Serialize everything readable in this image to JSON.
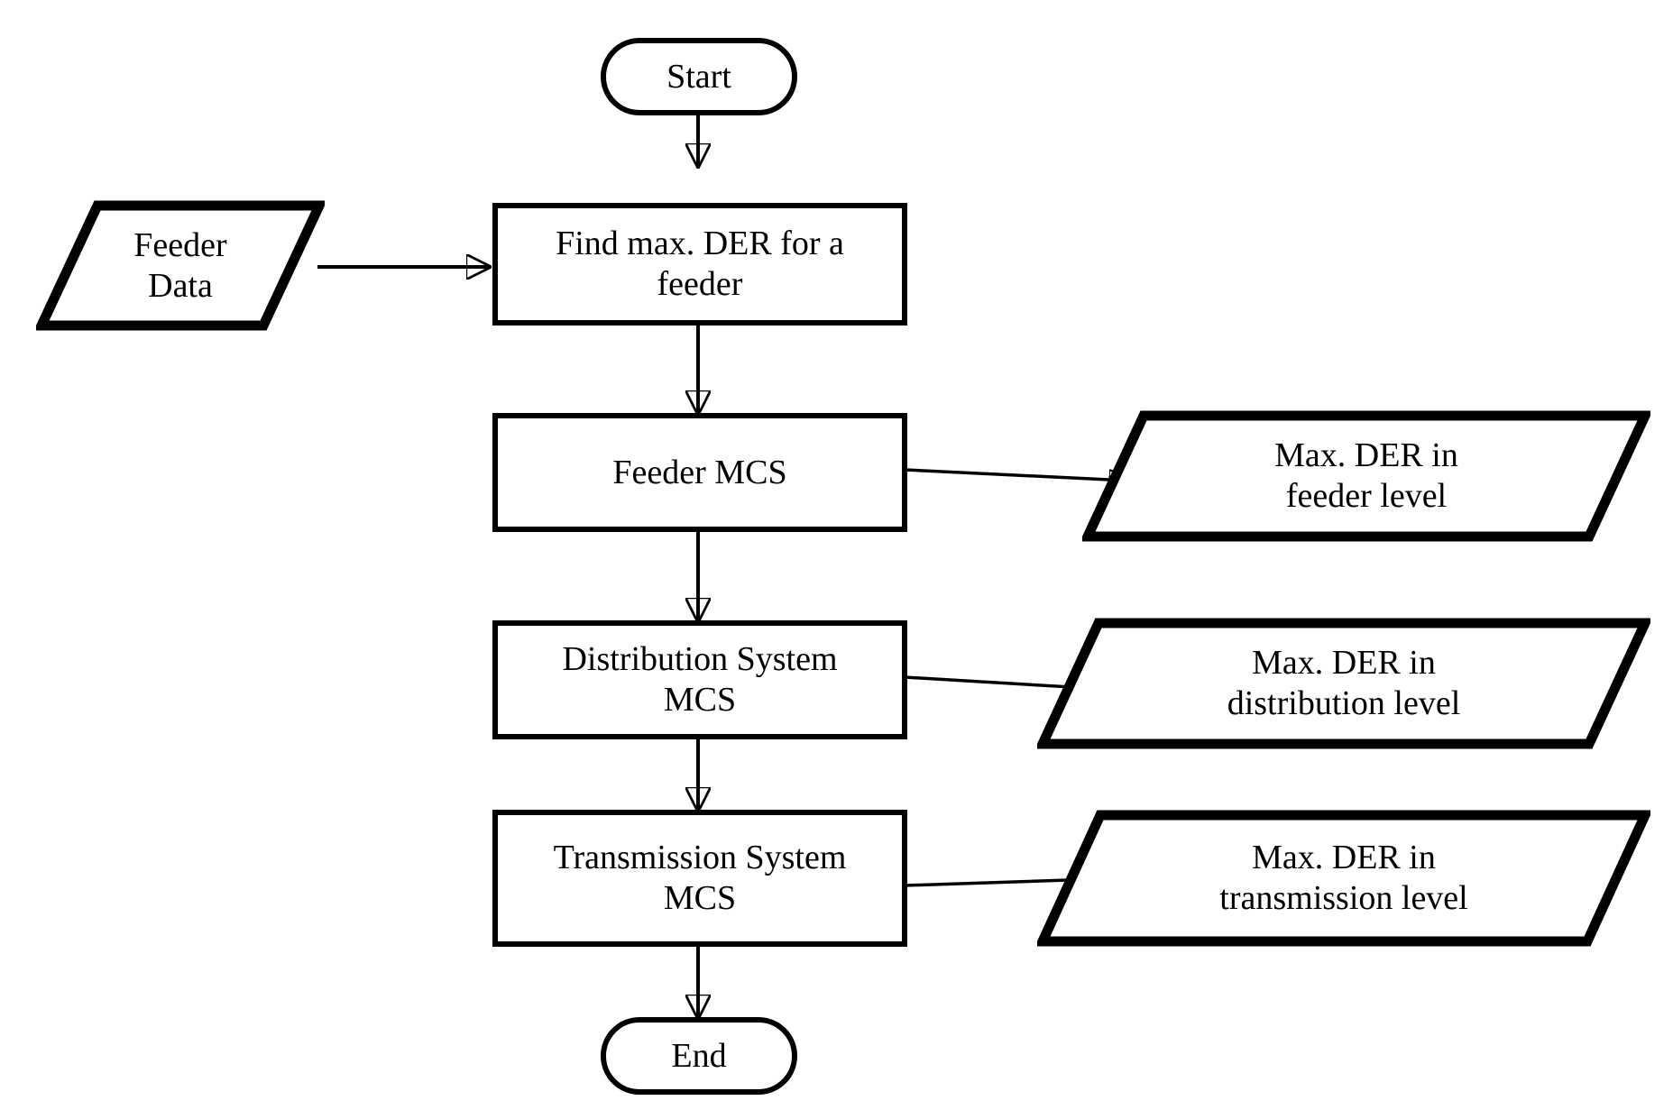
{
  "diagram": {
    "title": "DER hosting capacity Monte Carlo simulation flowchart",
    "background_color": "#ffffff",
    "stroke_color": "#000000",
    "fill_color": "#ffffff",
    "nodes": {
      "start": {
        "label": "Start",
        "shape": "terminator"
      },
      "feeder_data": {
        "label": "Feeder\nData",
        "shape": "parallelogram-input"
      },
      "find_max_der": {
        "label": "Find max. DER for a\nfeeder",
        "shape": "process"
      },
      "feeder_mcs": {
        "label": "Feeder MCS",
        "shape": "process"
      },
      "out_feeder": {
        "label": "Max. DER in\nfeeder level",
        "shape": "parallelogram-output"
      },
      "distribution_mcs": {
        "label": "Distribution  System\nMCS",
        "shape": "process"
      },
      "out_distribution": {
        "label": "Max. DER in\ndistribution  level",
        "shape": "parallelogram-output"
      },
      "transmission_mcs": {
        "label": "Transmission System\nMCS",
        "shape": "process"
      },
      "out_transmission": {
        "label": "Max. DER in\ntransmission level",
        "shape": "parallelogram-output"
      },
      "end": {
        "label": "End",
        "shape": "terminator"
      }
    },
    "edges": [
      {
        "name": "start-to-find-max-der",
        "from": "start",
        "to": "find_max_der",
        "direction": "down"
      },
      {
        "name": "feeder-data-to-find-max-der",
        "from": "feeder_data",
        "to": "find_max_der",
        "direction": "right"
      },
      {
        "name": "find-max-der-to-feeder-mcs",
        "from": "find_max_der",
        "to": "feeder_mcs",
        "direction": "down"
      },
      {
        "name": "feeder-mcs-to-out-feeder",
        "from": "feeder_mcs",
        "to": "out_feeder",
        "direction": "right"
      },
      {
        "name": "feeder-mcs-to-distribution-mcs",
        "from": "feeder_mcs",
        "to": "distribution_mcs",
        "direction": "down"
      },
      {
        "name": "distribution-mcs-to-out-distribution",
        "from": "distribution_mcs",
        "to": "out_distribution",
        "direction": "right"
      },
      {
        "name": "distribution-mcs-to-transmission-mcs",
        "from": "distribution_mcs",
        "to": "transmission_mcs",
        "direction": "down"
      },
      {
        "name": "transmission-mcs-to-out-transmission",
        "from": "transmission_mcs",
        "to": "out_transmission",
        "direction": "right"
      },
      {
        "name": "transmission-mcs-to-end",
        "from": "transmission_mcs",
        "to": "end",
        "direction": "down"
      }
    ]
  }
}
